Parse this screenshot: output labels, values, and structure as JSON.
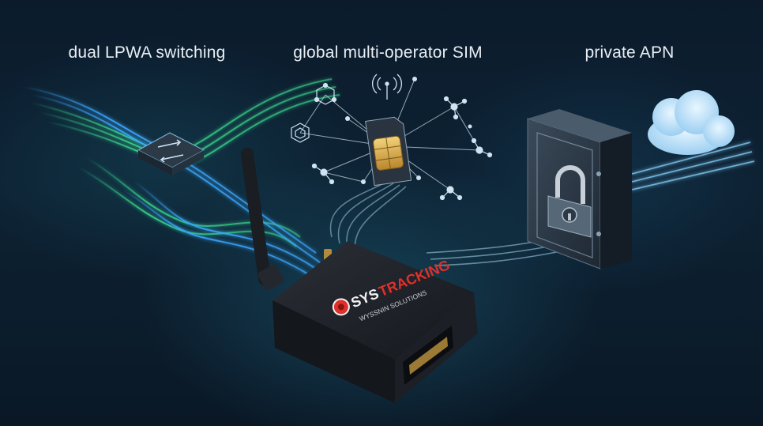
{
  "captions": {
    "left": "dual LPWA switching",
    "middle": "global multi-operator SIM",
    "right": "private APN"
  },
  "device": {
    "brand_sys": "SYS",
    "brand_tracking": "TRACKING",
    "sub_brand": "WYSSNIN SOLUTIONS"
  },
  "icons": [
    "network-switch-icon",
    "sim-card-icon",
    "cell-tower-icon",
    "padlock-icon",
    "vault-icon",
    "cloud-icon"
  ],
  "colors": {
    "background": "#0b1b2c",
    "green_stream": "#37d08a",
    "blue_stream": "#3aa6ff",
    "accent_red": "#e0302a",
    "sim_gold": "#d9a843"
  }
}
